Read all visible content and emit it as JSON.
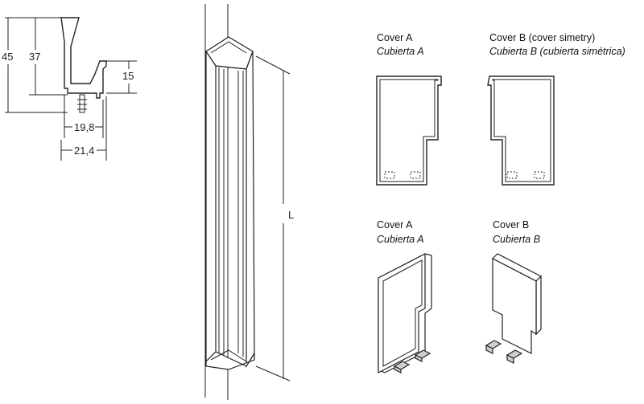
{
  "profile_section": {
    "dimensions": {
      "height_total": "45",
      "height_inner": "37",
      "cover_height": "15",
      "width_inner": "19,8",
      "width_outer": "21,4"
    }
  },
  "column_view": {
    "length_label": "L"
  },
  "covers_plan": {
    "cover_a": {
      "title": "Cover A",
      "subtitle": "Cubierta A"
    },
    "cover_b": {
      "title": "Cover B (cover simetry)",
      "subtitle": "Cubierta B (cubierta simétrica)"
    }
  },
  "covers_3d": {
    "cover_a": {
      "title": "Cover A",
      "subtitle": "Cubierta A"
    },
    "cover_b": {
      "title": "Cover B",
      "subtitle": "Cubierta B"
    }
  }
}
